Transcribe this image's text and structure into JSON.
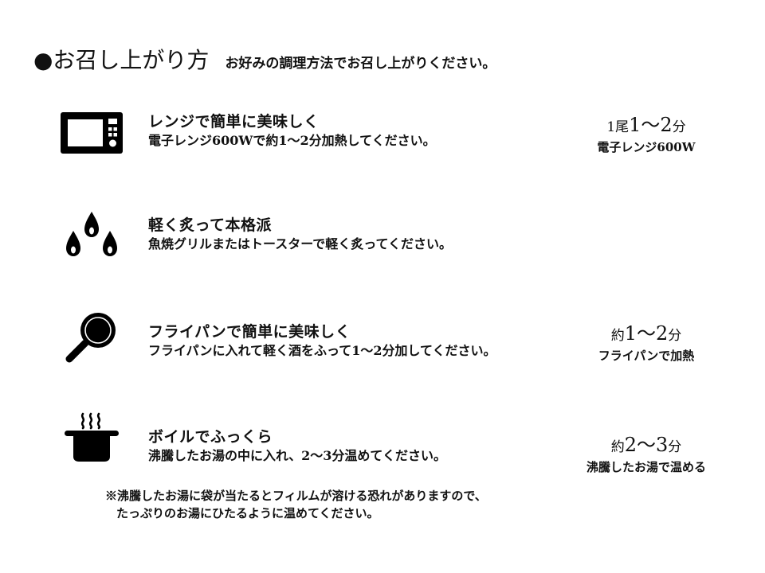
{
  "header": {
    "title": "●お召し上がり方",
    "subtitle": "お好みの調理方法でお召し上がりください。"
  },
  "methods": [
    {
      "icon": "microwave-icon",
      "title": "レンジで簡単に美味しく",
      "description": "電子レンジ600Wで約1～2分加熱してください。",
      "time_prefix": "1尾",
      "time_main": "1～2",
      "time_unit": "分",
      "time_sub": "電子レンジ600W"
    },
    {
      "icon": "flame-icon",
      "title": "軽く炙って本格派",
      "description": "魚焼グリルまたはトースターで軽く炙ってください。"
    },
    {
      "icon": "frying-pan-icon",
      "title": "フライパンで簡単に美味しく",
      "description": "フライパンに入れて軽く酒をふって1～2分加してください。",
      "time_prefix": "約",
      "time_main": "1～2",
      "time_unit": "分",
      "time_sub": "フライパンで加熱"
    },
    {
      "icon": "boiling-pot-icon",
      "title": "ボイルでふっくら",
      "description": "沸騰したお湯の中に入れ、2～3分温めてください。",
      "time_prefix": "約",
      "time_main": "2～3",
      "time_unit": "分",
      "time_sub": "沸騰したお湯で温める"
    }
  ],
  "note": {
    "line1": "※沸騰したお湯に袋が当たるとフィルムが溶ける恐れがありますので、",
    "line2": "たっぷりのお湯にひたるように温めてください。"
  }
}
